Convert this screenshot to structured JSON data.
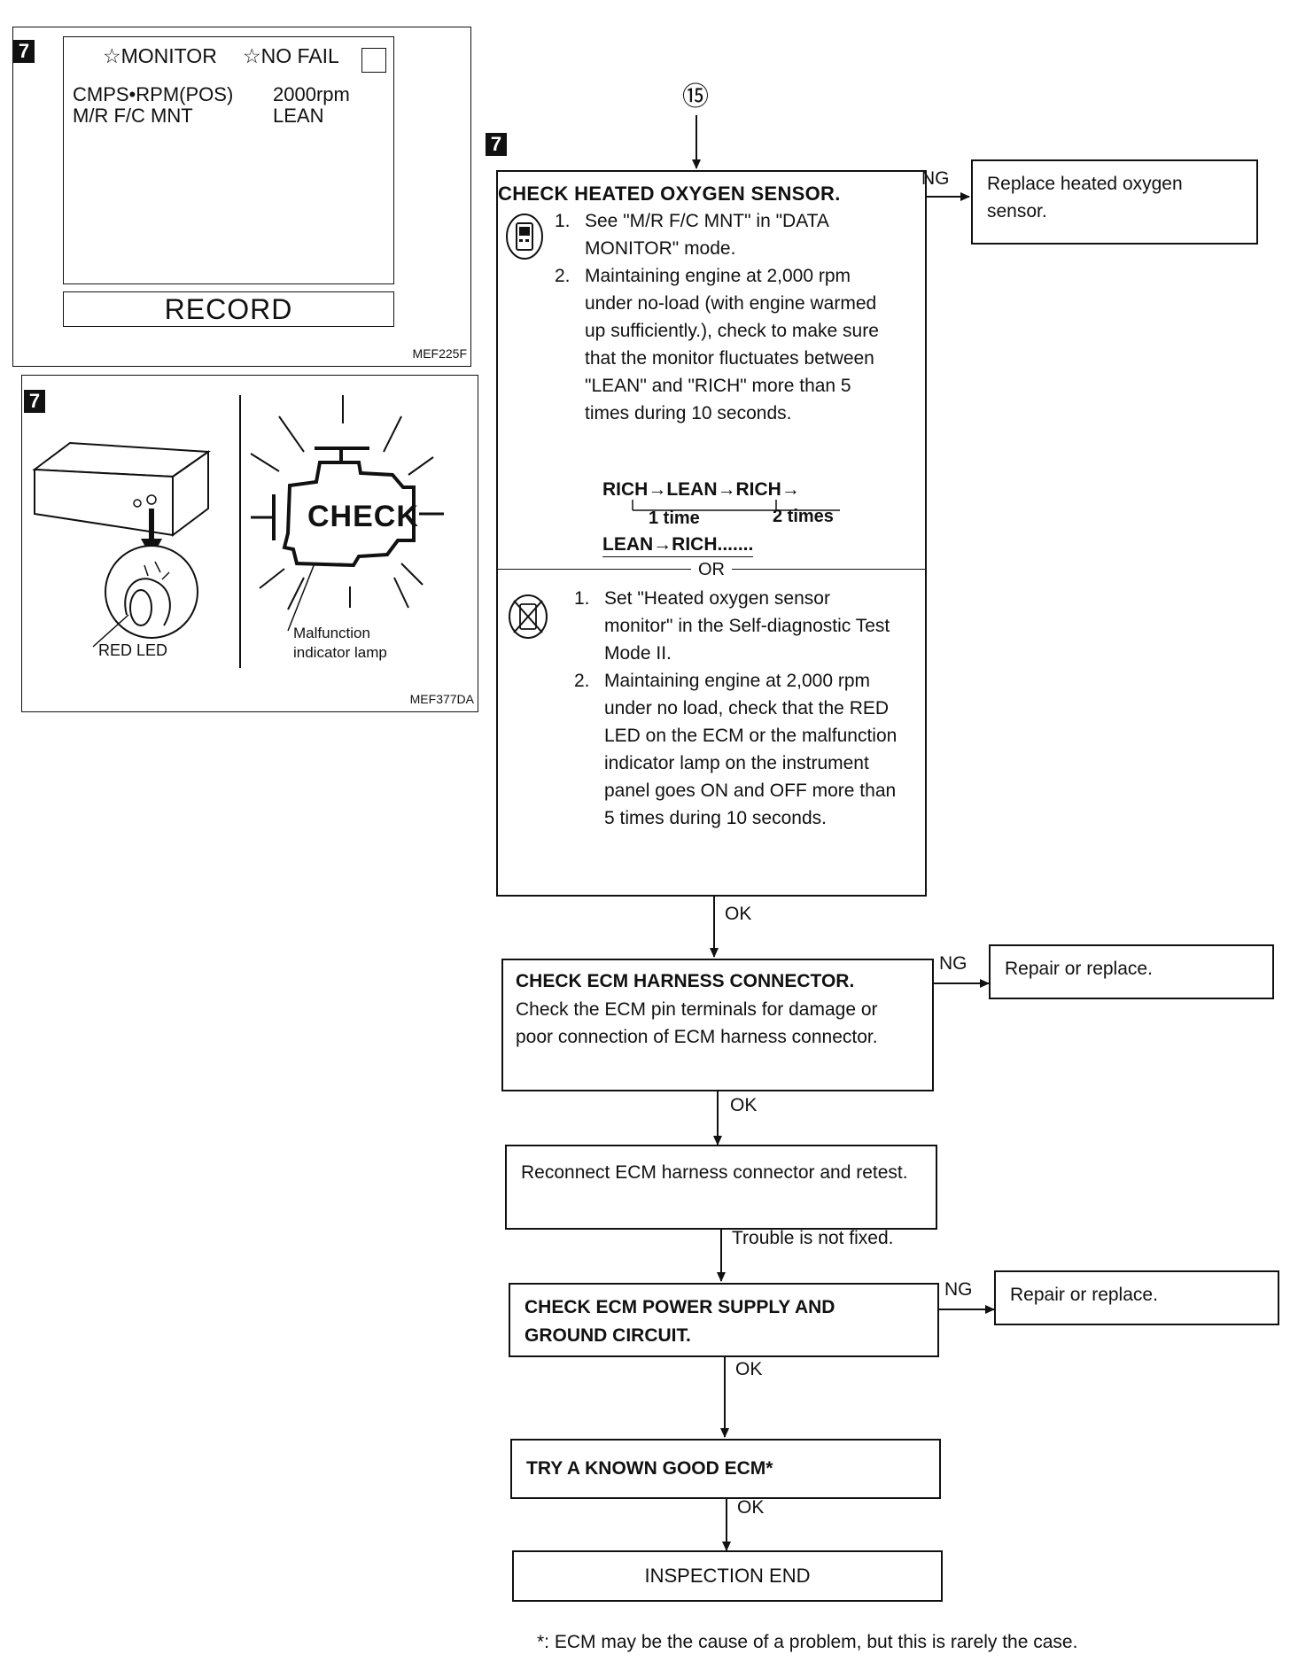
{
  "panel1": {
    "step": "7",
    "monitor_label": "☆MONITOR",
    "nofail_label": "☆NO FAIL",
    "rows": [
      {
        "name": "CMPS•RPM(POS)",
        "value": "2000rpm"
      },
      {
        "name": "M/R F/C MNT",
        "value": "LEAN"
      }
    ],
    "record_button": "RECORD",
    "figure_code": "MEF225F"
  },
  "panel2": {
    "step": "7",
    "red_led_label": "RED LED",
    "check_lamp_text": "CHECK",
    "mil_label_line1": "Malfunction",
    "mil_label_line2": "indicator lamp",
    "figure_code": "MEF377DA"
  },
  "connector_symbol": "⑮",
  "main_step": "7",
  "check_o2": {
    "title": "CHECK HEATED OXYGEN SENSOR.",
    "consult_steps": [
      {
        "n": "1.",
        "text": "See \"M/R F/C MNT\" in \"DATA MONITOR\" mode."
      },
      {
        "n": "2.",
        "text": "Maintaining engine at 2,000 rpm under no-load (with engine warmed up sufficiently.), check to make sure that the monitor fluctuates between \"LEAN\" and \"RICH\" more than 5 times during 10 seconds."
      }
    ],
    "seq_line1": "RICH→LEAN→RICH→",
    "seq_1time": "1 time",
    "seq_2times": "2 times",
    "seq_line2": "LEAN→RICH.......",
    "or_label": "OR",
    "nonconsult_steps": [
      {
        "n": "1.",
        "text": "Set \"Heated oxygen sensor monitor\" in the Self-diagnostic Test Mode II."
      },
      {
        "n": "2.",
        "text": "Maintaining engine at 2,000 rpm under no load, check that the RED LED on the ECM or the malfunction indicator lamp on the instrument panel goes ON and OFF more than 5 times during 10 seconds."
      }
    ]
  },
  "replace_o2": "Replace heated oxygen sensor.",
  "check_harness": {
    "title": "CHECK ECM HARNESS CONNECTOR.",
    "body": "Check the ECM pin terminals for damage or poor connection of ECM harness connector."
  },
  "repair1": "Repair or replace.",
  "reconnect": "Reconnect ECM harness connector and retest.",
  "check_power": {
    "line1": "CHECK ECM POWER SUPPLY AND",
    "line2": "GROUND CIRCUIT."
  },
  "repair2": "Repair or replace.",
  "try_ecm": "TRY A KNOWN GOOD ECM*",
  "inspection_end": "INSPECTION END",
  "labels": {
    "ng": "NG",
    "ok": "OK",
    "not_fixed": "Trouble is not fixed."
  },
  "footnote": "*: ECM may be the cause of a problem, but this is rarely the case."
}
